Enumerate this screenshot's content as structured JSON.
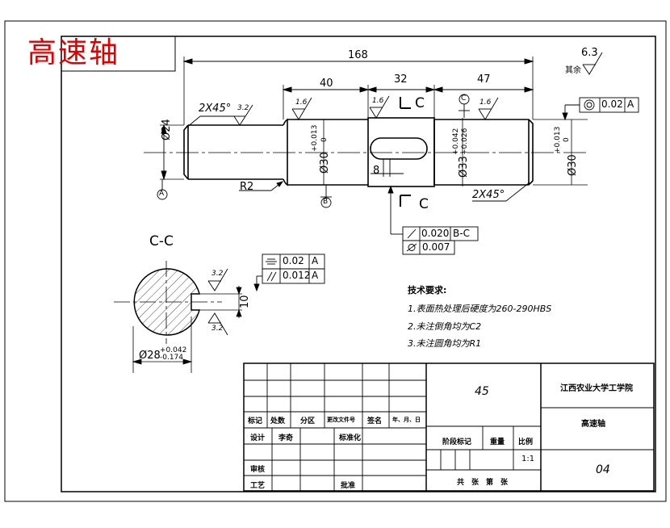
{
  "title": "高速轴",
  "surface_finish_other": {
    "label": "其余",
    "value": "6.3"
  },
  "dimensions": {
    "total_length": "168",
    "len_40": "40",
    "len_32": "32",
    "len_47": "47",
    "chamfer_left": "2X45°",
    "chamfer_right": "2X45°",
    "radius": "R2",
    "dia_24": "Ø24",
    "dia_30_left": "Ø30",
    "tol_30_left_upper": "+0.013",
    "tol_30_left_lower": "0",
    "dia_33": "Ø33",
    "tol_33_upper": "+0.042",
    "tol_33_lower": "+0.026",
    "dia_30_right": "Ø30",
    "tol_30_right_upper": "+0.013",
    "tol_30_right_lower": "0",
    "keyway_width": "8",
    "section_height": "10",
    "section_dia": "Ø28",
    "section_tol_upper": "+0.042",
    "section_tol_lower": "-0.174"
  },
  "roughness": {
    "r1": "3.2",
    "r2": "1.6",
    "r3": "1.6",
    "r4": "1.6",
    "r5": "3.2",
    "r6": "3.2"
  },
  "datums": {
    "a": "A",
    "b": "B",
    "c": "C"
  },
  "section_labels": {
    "top": "C",
    "bottom": "C",
    "view": "C-C"
  },
  "tolerance_frames": {
    "concentricity": {
      "value": "0.02",
      "datum": "A"
    },
    "runout": {
      "value": "0.020",
      "datum": "B-C"
    },
    "cylindricity": {
      "value": "0.007"
    },
    "symmetry": {
      "value": "0.02",
      "datum": "A"
    },
    "parallelism": {
      "value": "0.012",
      "datum": "A"
    }
  },
  "tech_requirements": {
    "heading": "技术要求:",
    "items": [
      "1.表面热处理后硬度为260-290HBS",
      "2.未注倒角均为C2",
      "3.未注圆角均为R1"
    ]
  },
  "title_block": {
    "material": "45",
    "school": "江西农业大学工学院",
    "part_name": "高速轴",
    "drawing_no": "04",
    "scale_value": "1:1",
    "hdr_mark": "标记",
    "hdr_count": "处数",
    "hdr_zone": "分区",
    "hdr_doc": "更改文件号",
    "hdr_sign": "签名",
    "hdr_date": "年、月、日",
    "design": "设计",
    "designer": "李奇",
    "standardize": "标准化",
    "stage_mark": "阶段标记",
    "weight": "重量",
    "scale": "比例",
    "review": "审核",
    "process": "工艺",
    "approve": "批准",
    "sheets": "共　张　第　张"
  }
}
